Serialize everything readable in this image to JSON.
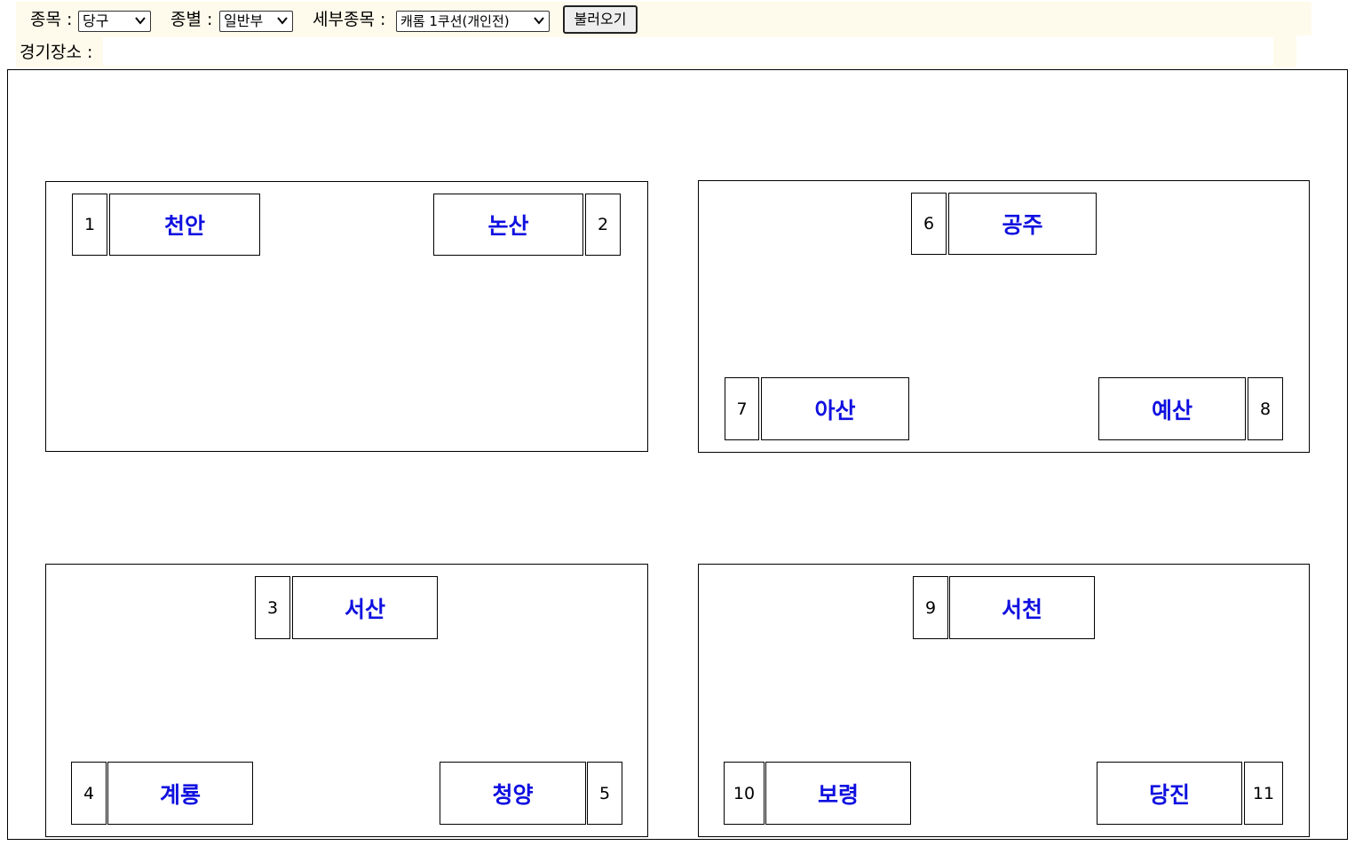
{
  "filters": {
    "sport_label": "종목 :",
    "sport_value": "당구",
    "division_label": "종별 :",
    "division_value": "일반부",
    "event_label": "세부종목 :",
    "event_value": "캐롬 1쿠션(개인전)",
    "load_button": "불러오기"
  },
  "venue": {
    "label": "경기장소 :",
    "value": ""
  },
  "groups": [
    {
      "slots": [
        {
          "seed": "1",
          "team": "천안"
        },
        {
          "seed": "2",
          "team": "논산"
        }
      ]
    },
    {
      "slots": [
        {
          "seed": "6",
          "team": "공주"
        },
        {
          "seed": "7",
          "team": "아산"
        },
        {
          "seed": "8",
          "team": "예산"
        }
      ]
    },
    {
      "slots": [
        {
          "seed": "3",
          "team": "서산"
        },
        {
          "seed": "4",
          "team": "계룡"
        },
        {
          "seed": "5",
          "team": "청양"
        }
      ]
    },
    {
      "slots": [
        {
          "seed": "9",
          "team": "서천"
        },
        {
          "seed": "10",
          "team": "보령"
        },
        {
          "seed": "11",
          "team": "당진"
        }
      ]
    }
  ],
  "colors": {
    "team_text": "#1010e0",
    "filter_bg": "#fffbec"
  }
}
